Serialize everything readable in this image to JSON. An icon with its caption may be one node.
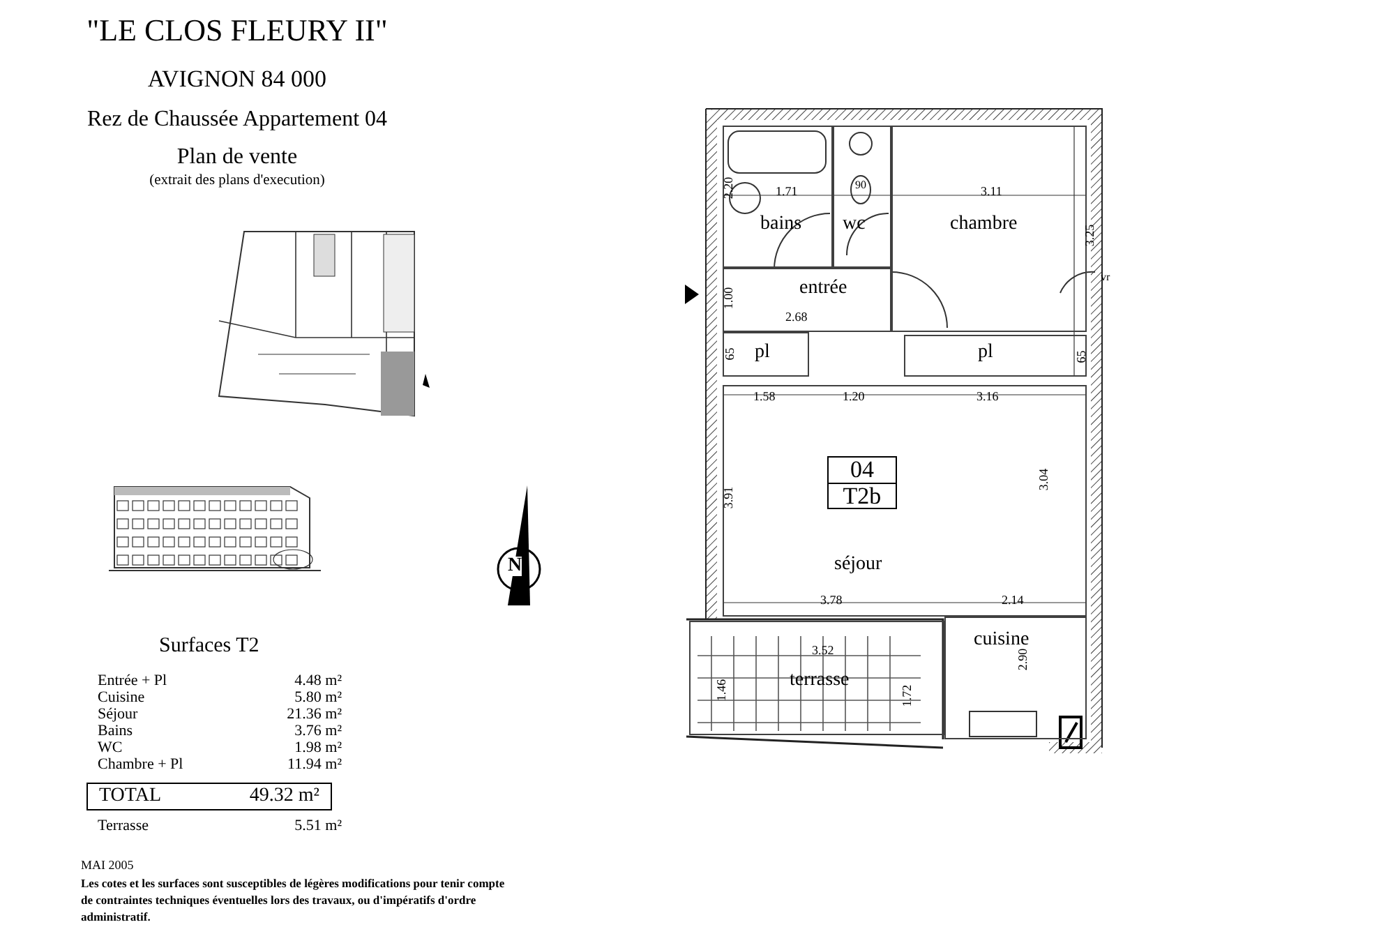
{
  "diagram": {
    "title": "\"LE CLOS FLEURY II\"",
    "nodes": [
      {
        "text": [
          "bains"
        ]
      },
      {
        "text": [
          "wc"
        ]
      },
      {
        "text": [
          "chambre"
        ]
      },
      {
        "text": [
          "entrée"
        ]
      },
      {
        "text": [
          "pl"
        ]
      },
      {
        "text": [
          "pl"
        ]
      },
      {
        "text": [
          "séjour"
        ]
      },
      {
        "text": [
          "04",
          "T2b"
        ],
        "in": 6
      },
      {
        "text": [
          "terrasse"
        ]
      },
      {
        "text": [
          "cuisine"
        ]
      },
      {
        "text": [
          "TOTAL",
          "49.32 m²"
        ]
      }
    ],
    "edges": [],
    "labels": [
      "AVIGNON 84 000",
      "Rez de Chaussée Appartement 04",
      "Plan de vente",
      "(extrait des plans d'execution)",
      "Surfaces T2",
      "Entrée + Pl",
      "4.48 m²",
      "Cuisine",
      "5.80 m²",
      "Séjour",
      "21.36 m²",
      "Bains",
      "3.76 m²",
      "WC",
      "1.98 m²",
      "Chambre + Pl",
      "11.94 m²",
      "Terrasse",
      "5.51 m²",
      "MAI 2005",
      "Les cotes et les surfaces sont susceptibles de légères modifications pour tenir compte de contraintes techniques éventuelles lors des travaux, ou d'impératifs d'ordre administratif.",
      "N",
      "2.20",
      "1.71",
      "3.11",
      "90",
      "3.25",
      "vr",
      "1.00",
      "2.68",
      "65",
      "65",
      "1.58",
      "1.20",
      "3.16",
      "3.91",
      "3.04",
      "3.78",
      "2.14",
      "3.52",
      "1.46",
      "1.72",
      "2.90"
    ]
  }
}
